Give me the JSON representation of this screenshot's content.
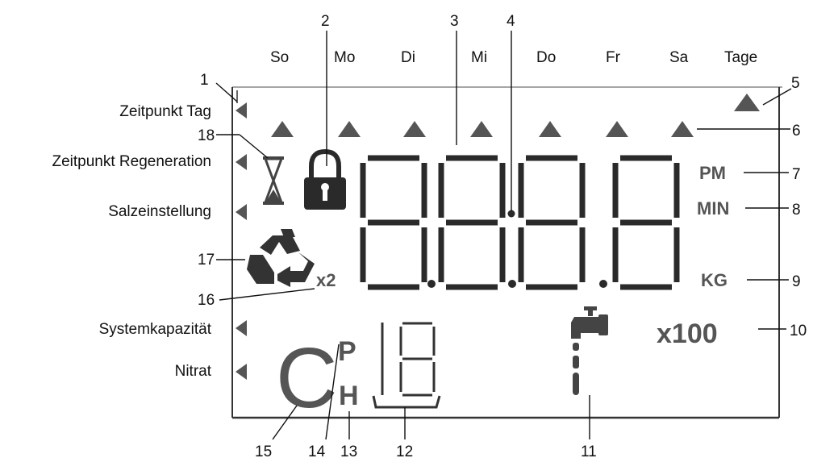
{
  "days": [
    "So",
    "Mo",
    "Di",
    "Mi",
    "Do",
    "Fr",
    "Sa",
    "Tage"
  ],
  "left_labels": {
    "day_time": "Zeitpunkt Tag",
    "regen_time": "Zeitpunkt Regeneration",
    "salt": "Salzeinstellung",
    "capacity": "Systemkapazität",
    "nitrate": "Nitrat"
  },
  "display": {
    "pm": "PM",
    "min": "MIN",
    "kg": "KG",
    "x100": "x100",
    "x2": "x2",
    "c": "C",
    "p": "P",
    "h": "H"
  },
  "callouts": [
    "1",
    "2",
    "3",
    "4",
    "5",
    "6",
    "7",
    "8",
    "9",
    "10",
    "11",
    "12",
    "13",
    "14",
    "15",
    "16",
    "17",
    "18"
  ],
  "colors": {
    "segments": "#2a2a2a",
    "indicators": "#555555",
    "frame": "#333333"
  },
  "icons": [
    "hourglass-icon",
    "padlock-icon",
    "recycle-icon",
    "water-tap-icon"
  ]
}
